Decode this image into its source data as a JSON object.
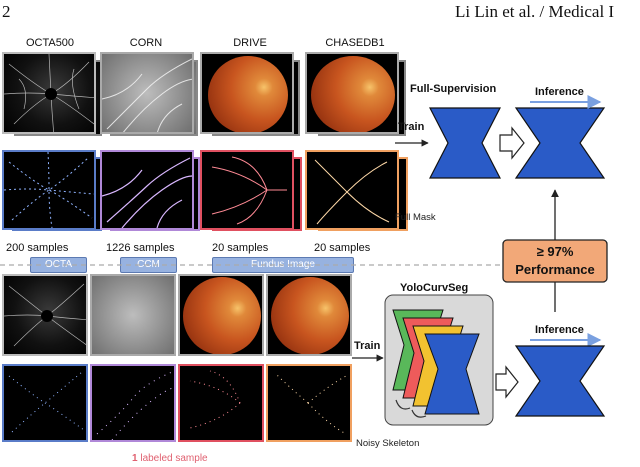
{
  "header": {
    "page_number": "2",
    "running_title": "Li Lin et al. / Medical I"
  },
  "datasets": [
    {
      "name": "OCTA500",
      "samples": "200 samples"
    },
    {
      "name": "CORN",
      "samples": "1226 samples"
    },
    {
      "name": "DRIVE",
      "samples": "20 samples"
    },
    {
      "name": "CHASEDB1",
      "samples": "20 samples"
    }
  ],
  "modality_pills": [
    "OCTA",
    "CCM",
    "Fundus Image"
  ],
  "top_pipeline": {
    "title": "Full-Supervision",
    "train_label": "Train",
    "inference_label": "Inference",
    "mask_caption": "Full Mask"
  },
  "performance": {
    "line1": "≥ 97%",
    "line2": "Performance"
  },
  "bottom_pipeline": {
    "title": "YoloCurvSeg",
    "train_label": "Train",
    "inference_label": "Inference",
    "skeleton_caption": "Noisy Skeleton",
    "labeled_count": "1",
    "labeled_text": " labeled sample"
  },
  "colors": {
    "octa_border": "#5a7cc8",
    "ccm_border": "#b088d8",
    "drive_border": "#e05060",
    "chase_border": "#f0a060",
    "network_blue": "#2a5bc7",
    "performance_fill": "#f2a878",
    "labeled_red": "#e06070",
    "pill_blue": "#97b2e0"
  }
}
